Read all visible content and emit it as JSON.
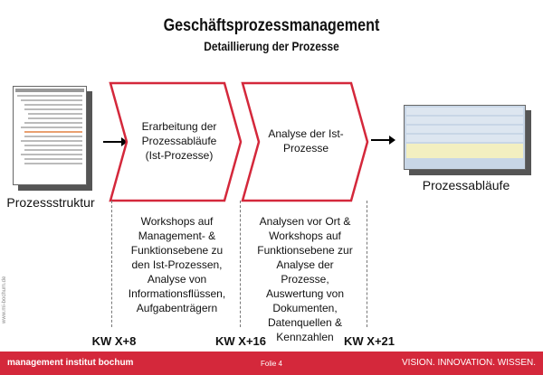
{
  "header": {
    "title": "Geschäftsprozessmanagement",
    "subtitle": "Detaillierung der Prozesse"
  },
  "left": {
    "label": "Prozessstruktur"
  },
  "right": {
    "label": "Prozessabläufe"
  },
  "steps": [
    {
      "title": "Erarbeitung der Prozessabläufe (Ist-Prozesse)",
      "description": "Workshops auf Management- & Funktionsebene zu den Ist-Prozessen, Analyse von Informationsflüssen, Aufgabenträgern"
    },
    {
      "title": "Analyse der Ist-Prozesse",
      "description": "Analysen vor Ort & Workshops auf Funktionsebene zur Analyse der Prozesse, Auswertung von Dokumenten, Datenquellen & Kennzahlen"
    }
  ],
  "milestones": [
    "KW X+8",
    "KW X+16",
    "KW X+21"
  ],
  "side_url": "www.mi-bochum.de",
  "footer": {
    "brand": "management institut bochum",
    "slide": "Folie 4",
    "slogan": "VISION. INNOVATION. WISSEN."
  },
  "colors": {
    "accent": "#d4283b"
  }
}
